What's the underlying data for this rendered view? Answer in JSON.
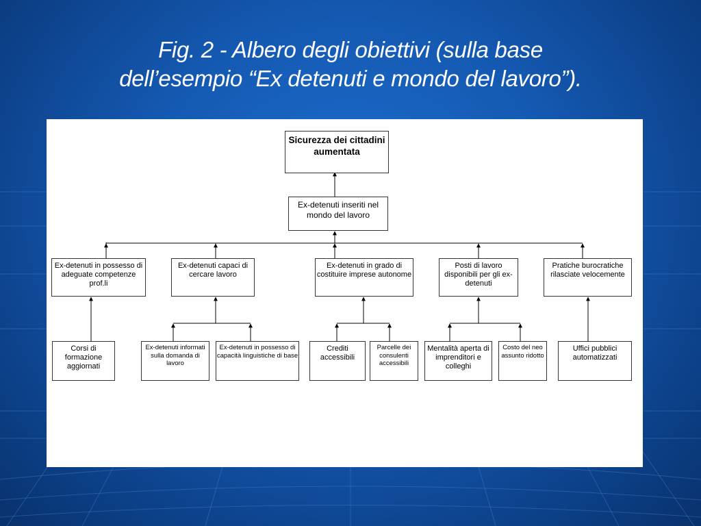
{
  "slide": {
    "title_line1": "Fig. 2 - Albero degli obiettivi (sulla base",
    "title_line2": "dell’esempio “Ex detenuti e mondo del lavoro”)."
  },
  "diagram": {
    "root": "Sicurezza dei cittadini aumentata",
    "level1": "Ex-detenuti inseriti nel mondo del lavoro",
    "level2": [
      "Ex-detenuti in possesso di adeguate competenze prof.li",
      "Ex-detenuti capaci di cercare lavoro",
      "Ex-detenuti in grado di costituire imprese autonome",
      "Posti di lavoro disponibili  per gli ex-detenuti",
      "Pratiche burocratiche rilasciate velocemente"
    ],
    "level3": [
      "Corsi di formazione aggiornati",
      "Ex-detenuti informati sulla domanda di lavoro",
      "Ex-detenuti in possesso di capacità linguistiche di base",
      "Crediti accessibili",
      "Parcelle dei consulenti accessibili",
      "Mentalità aperta di imprenditori e colleghi",
      "Costo del neo assunto ridotto",
      "Uffici pubblici automatizzati"
    ]
  }
}
